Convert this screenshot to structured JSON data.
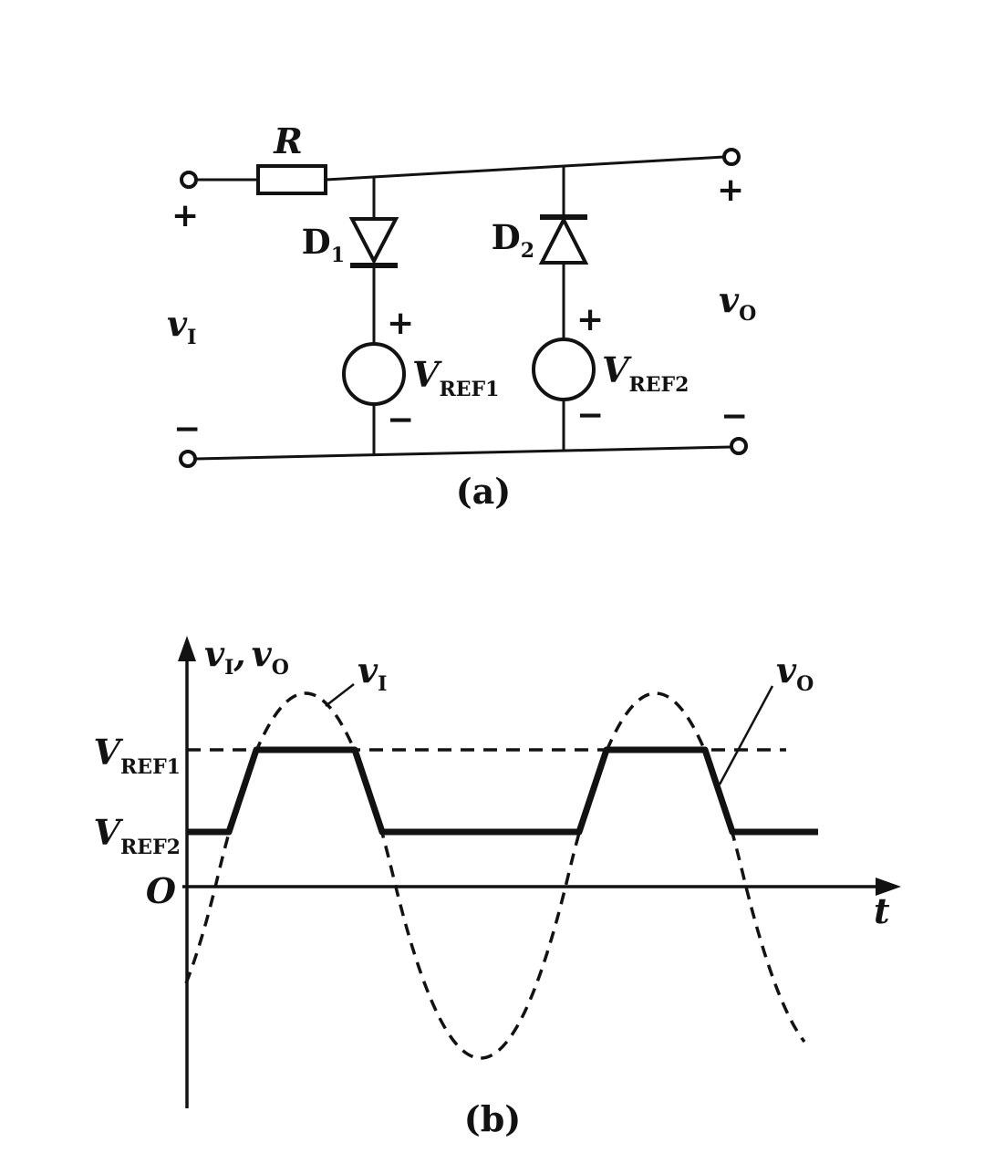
{
  "figure": {
    "background": "#ffffff",
    "ink": "#121212"
  },
  "circuit": {
    "caption": "(a)",
    "resistor_label": "R",
    "plus": "+",
    "minus": "−",
    "diode1": {
      "main": "D",
      "sub": "1"
    },
    "diode2": {
      "main": "D",
      "sub": "2"
    },
    "source1": {
      "main": "V",
      "sub": "REF1"
    },
    "source2": {
      "main": "V",
      "sub": "REF2"
    },
    "input": {
      "main": "v",
      "sub": "I"
    },
    "output": {
      "main": "v",
      "sub": "O"
    }
  },
  "waveform": {
    "caption": "(b)",
    "y_axis_label": {
      "v1": "v",
      "v1_sub": "I",
      "comma": ",",
      "v2": "v",
      "v2_sub": "O"
    },
    "ref1": {
      "main": "V",
      "sub": "REF1"
    },
    "ref2": {
      "main": "V",
      "sub": "REF2"
    },
    "origin": "O",
    "time_label": "t",
    "input_label": {
      "main": "v",
      "sub": "I"
    },
    "output_label": {
      "main": "v",
      "sub": "O"
    }
  }
}
